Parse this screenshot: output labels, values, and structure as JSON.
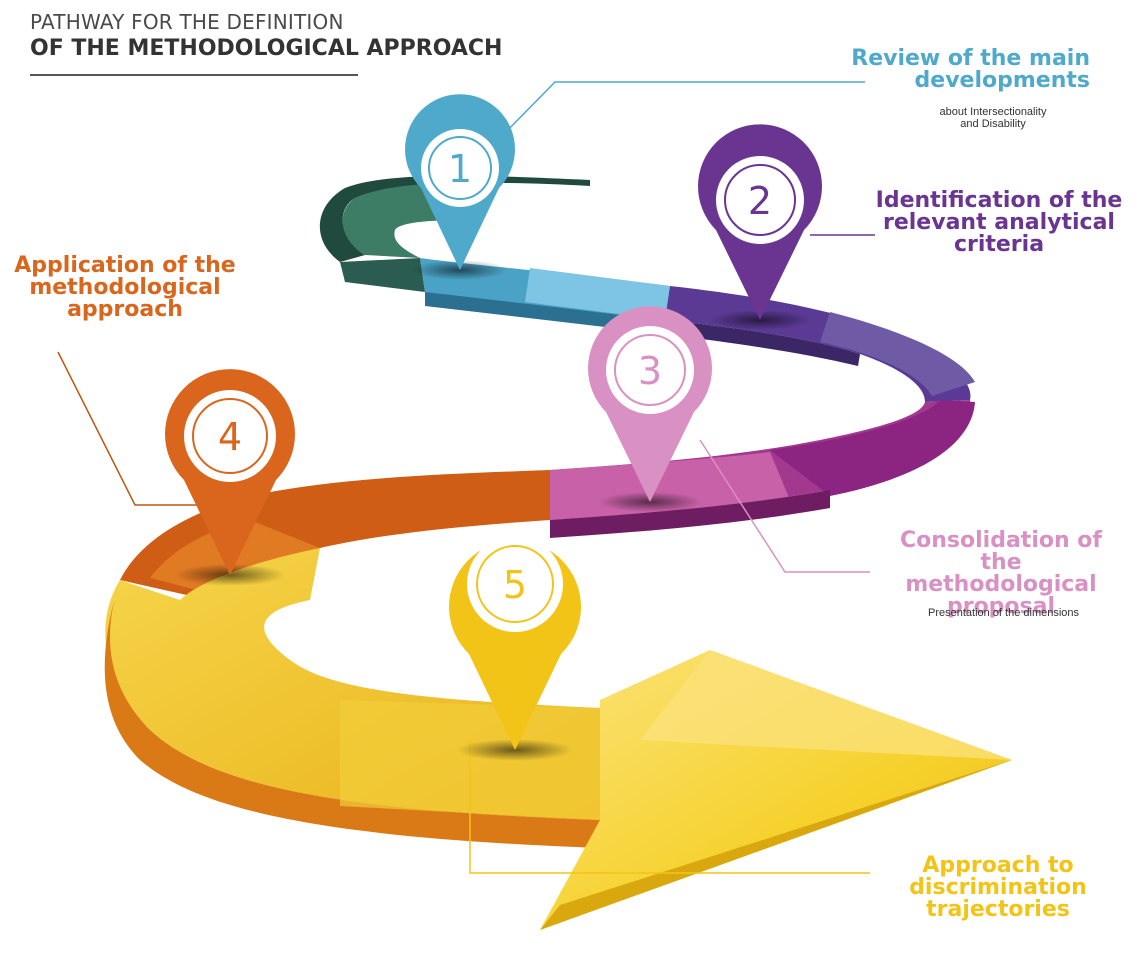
{
  "title": {
    "line1": "PATHWAY FOR THE DEFINITION",
    "line2": "OF THE METHODOLOGICAL APPROACH"
  },
  "steps": [
    {
      "number": "1",
      "color": "#4fa9cb",
      "label": [
        "Review of the main",
        "developments"
      ],
      "sublabel": [
        "about Intersectionality",
        "and Disability"
      ]
    },
    {
      "number": "2",
      "color": "#6a3591",
      "label": [
        "Identification of the",
        "relevant analytical",
        "criteria"
      ]
    },
    {
      "number": "3",
      "color": "#d991c4",
      "label": [
        "Consolidation of the",
        "methodological",
        "proposal"
      ],
      "sublabel": [
        "Presentation of the dimensions"
      ]
    },
    {
      "number": "4",
      "color": "#d9661c",
      "label": [
        "Application of the",
        "methodological",
        "approach"
      ]
    },
    {
      "number": "5",
      "color": "#f2c418",
      "label": [
        "Approach to",
        "discrimination",
        "trajectories"
      ]
    }
  ]
}
